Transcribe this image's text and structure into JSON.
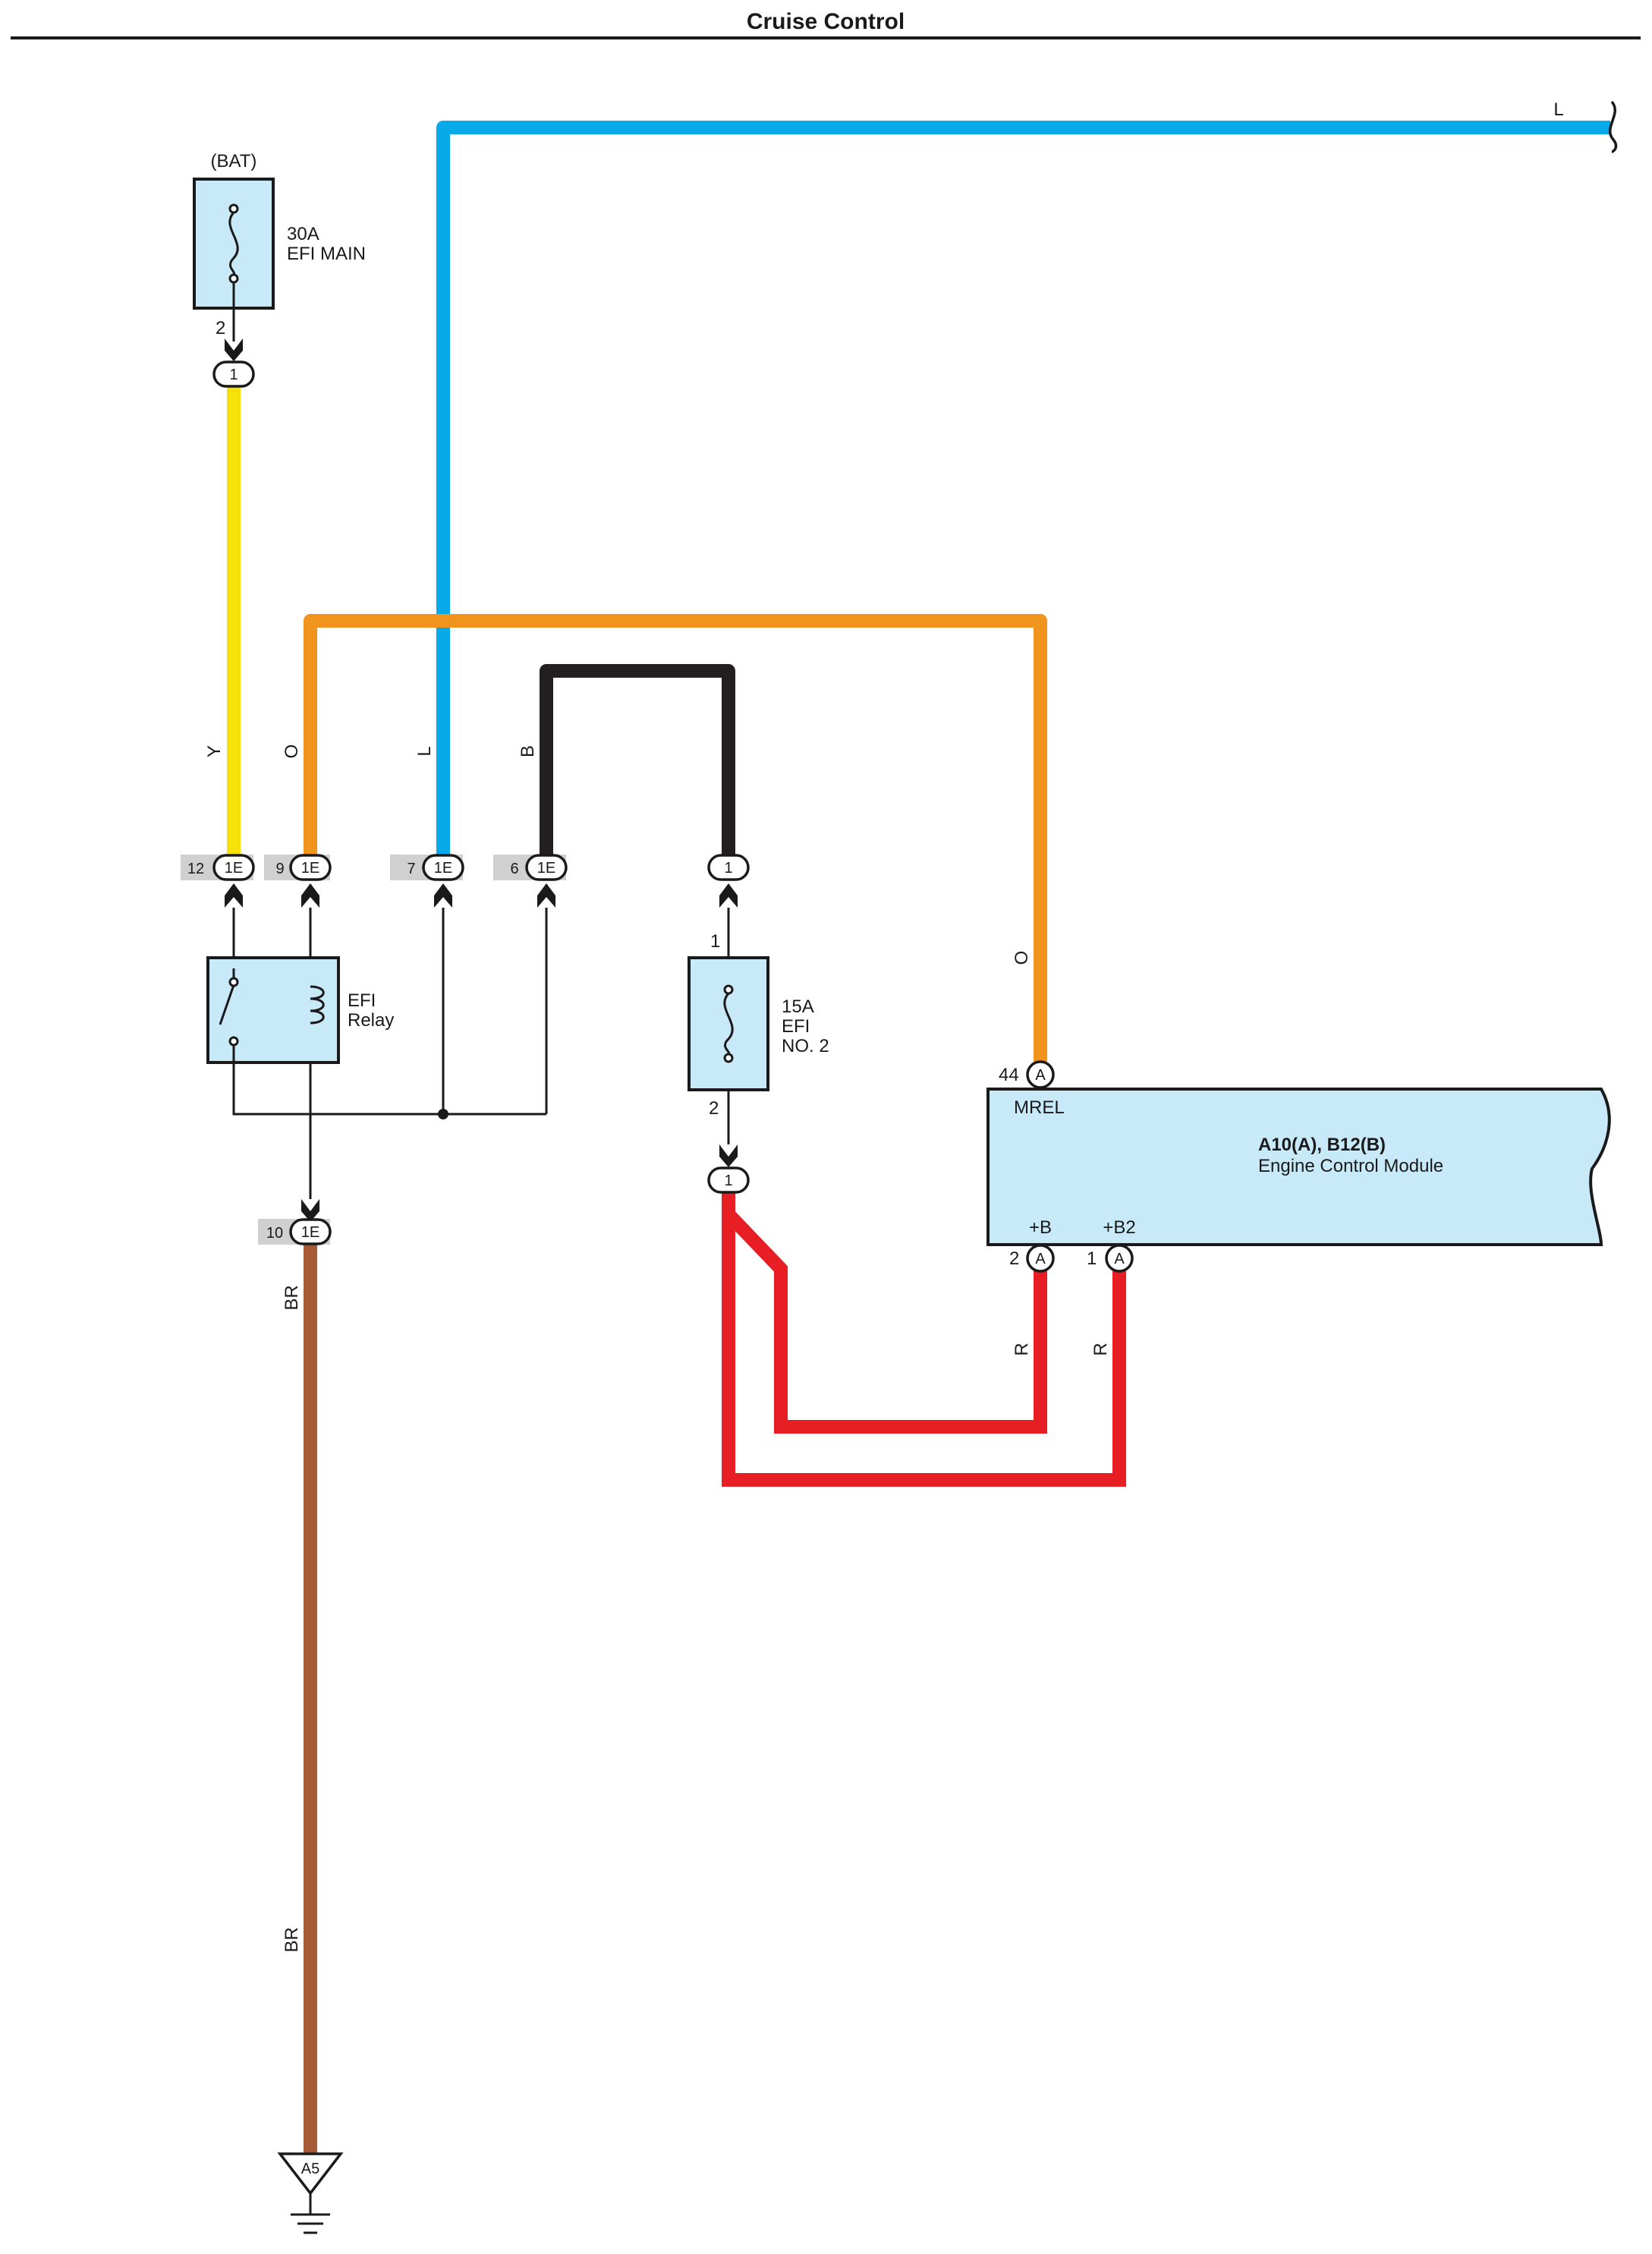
{
  "title": "Cruise Control",
  "colors": {
    "yellow": "#f6e10a",
    "orange": "#f0941e",
    "blue": "#07a9e9",
    "black": "#231f20",
    "red": "#e81e25",
    "brown": "#a85a36",
    "component_fill": "#c8e9f8"
  },
  "fuse_main": {
    "source": "(BAT)",
    "rating": "30A",
    "name": "EFI MAIN",
    "pin_out": "2",
    "connector_pin": "1"
  },
  "relay": {
    "name_line1": "EFI",
    "name_line2": "Relay"
  },
  "fuse_no2": {
    "rating": "15A",
    "name_line1": "EFI",
    "name_line2": "NO. 2",
    "pin_in": "1",
    "pin_out": "2",
    "connector_top": "1",
    "connector_bottom": "1"
  },
  "junction_pins": {
    "p12": {
      "num": "12",
      "conn": "1E"
    },
    "p9": {
      "num": "9",
      "conn": "1E"
    },
    "p7": {
      "num": "7",
      "conn": "1E"
    },
    "p6": {
      "num": "6",
      "conn": "1E"
    },
    "p10": {
      "num": "10",
      "conn": "1E"
    }
  },
  "wire_labels": {
    "y": "Y",
    "o_left": "O",
    "l_left": "L",
    "b": "B",
    "l_top": "L",
    "o_right": "O",
    "r1": "R",
    "r2": "R",
    "br1": "BR",
    "br2": "BR"
  },
  "ecm": {
    "codes": "A10(A), B12(B)",
    "name": "Engine Control Module",
    "mrel_label": "MREL",
    "mrel_pin": "44",
    "mrel_conn": "A",
    "b_label": "+B",
    "b_pin": "2",
    "b_conn": "A",
    "b2_label": "+B2",
    "b2_pin": "1",
    "b2_conn": "A"
  },
  "ground": {
    "label": "A5"
  }
}
